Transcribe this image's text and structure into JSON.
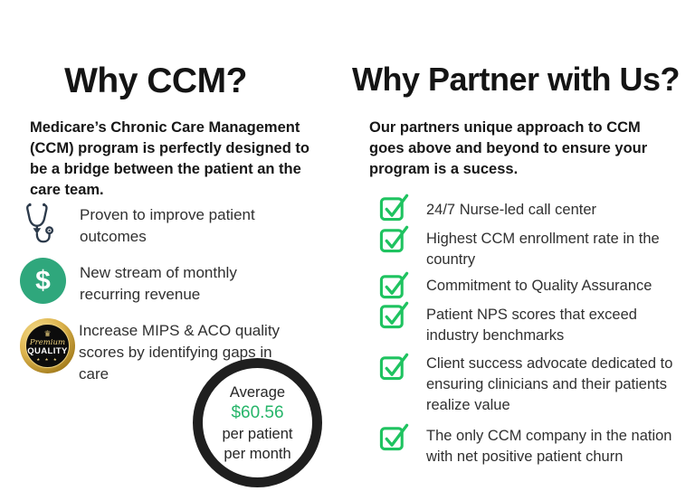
{
  "left": {
    "title": "Why CCM?",
    "intro": "Medicare’s Chronic Care Management (CCM) program is perfectly designed to be a bridge between the patient an the care team.",
    "bullets": [
      {
        "icon": "stethoscope-icon",
        "text": "Proven to improve patient outcomes"
      },
      {
        "icon": "dollar-icon",
        "text": "New stream of monthly recurring revenue"
      },
      {
        "icon": "premium-quality-badge-icon",
        "text": "Increase MIPS & ACO quality scores by identifying gaps in care"
      }
    ],
    "badge": {
      "crown": "♛",
      "line1": "Premium",
      "line2": "QUALITY",
      "stars": "★ ★ ★"
    },
    "dollar_glyph": "$",
    "stat_circle": {
      "label": "Average",
      "value": "$60.56",
      "unit_line1": "per patient",
      "unit_line2": "per month"
    }
  },
  "right": {
    "title": "Why Partner with Us?",
    "intro": "Our partners unique approach to CCM goes above and beyond to ensure your program is a sucess.",
    "items": [
      {
        "text": "24/7 Nurse-led call center"
      },
      {
        "text": "Highest CCM enrollment rate in the country"
      },
      {
        "text": "Commitment to Quality Assurance"
      },
      {
        "text": "Patient NPS scores that exceed industry benchmarks"
      },
      {
        "text": "Client success advocate dedicated to ensuring clinicians and their patients realize value"
      },
      {
        "text": "The only CCM company in the nation with net positive patient churn"
      }
    ]
  },
  "colors": {
    "check_green": "#1fc360",
    "dollar_green": "#2fa77c",
    "value_green": "#27b56a",
    "ring_dark": "#1f1f1f",
    "stethoscope_navy": "#2c3a4b",
    "badge_gold": "#ddb44e"
  }
}
